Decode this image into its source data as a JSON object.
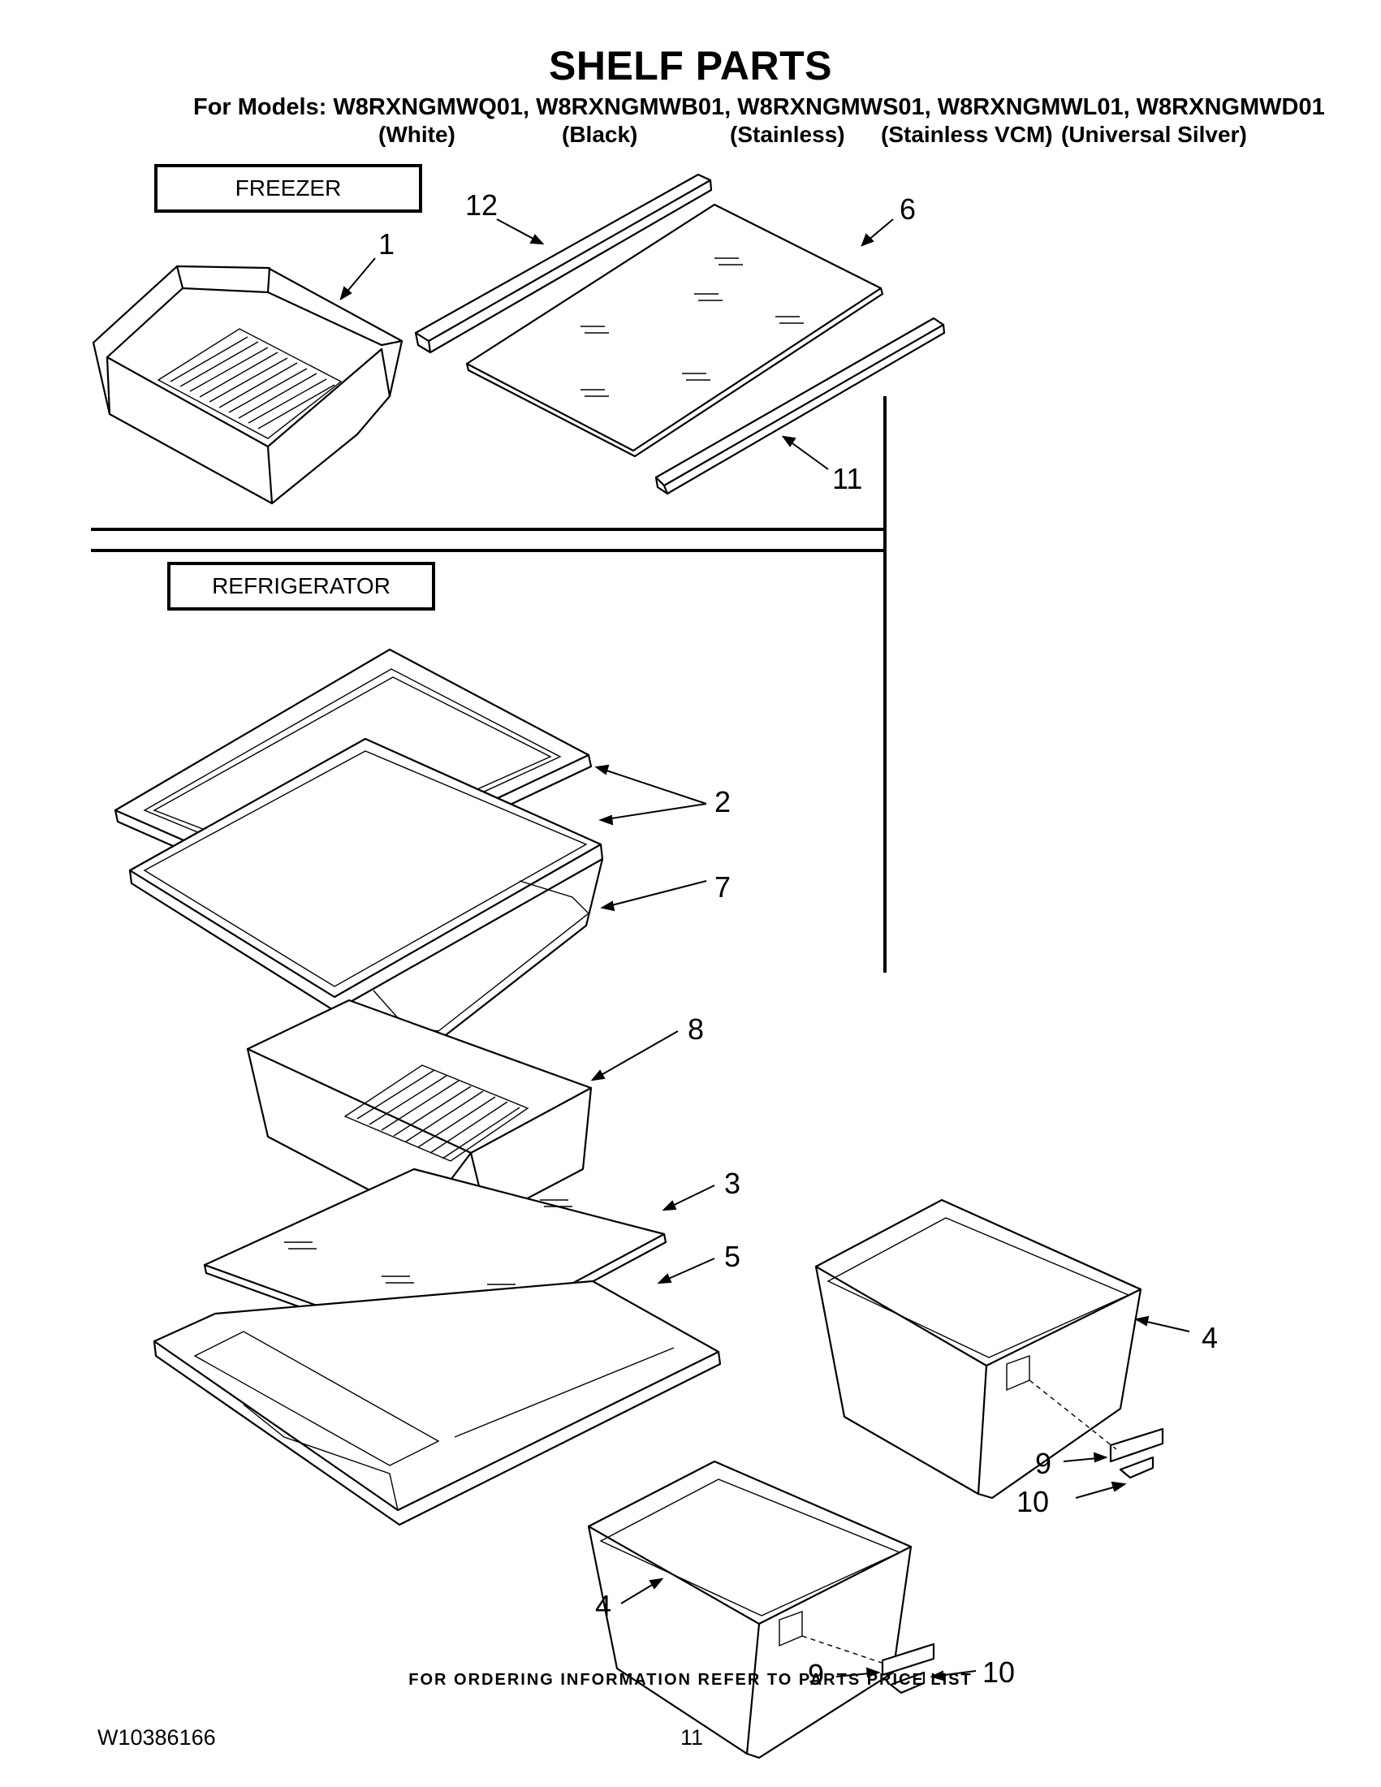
{
  "header": {
    "title": "SHELF PARTS",
    "models_line": "For Models: W8RXNGMWQ01, W8RXNGMWB01, W8RXNGMWS01, W8RXNGMWL01, W8RXNGMWD01",
    "colors": [
      "(White)",
      "(Black)",
      "(Stainless)",
      "(Stainless VCM)",
      "(Universal Silver)"
    ]
  },
  "sections": {
    "freezer": "FREEZER",
    "refrigerator": "REFRIGERATOR"
  },
  "callouts": {
    "c1": "1",
    "c12": "12",
    "c6": "6",
    "c11": "11",
    "c2": "2",
    "c7": "7",
    "c8": "8",
    "c3": "3",
    "c5": "5",
    "c4a": "4",
    "c4b": "4",
    "c9a": "9",
    "c10a": "10",
    "c9b": "9",
    "c10b": "10"
  },
  "footer": {
    "note": "FOR ORDERING INFORMATION REFER TO PARTS PRICE LIST",
    "doc_number": "W10386166",
    "page_number": "11"
  }
}
